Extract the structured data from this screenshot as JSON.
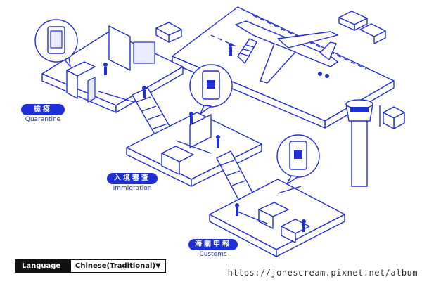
{
  "colors": {
    "brand": "#1f2fd6",
    "dark": "#111111",
    "light": "#e9ecff"
  },
  "sections": {
    "quarantine": {
      "title": "檢疫",
      "subtitle": "Quarantine"
    },
    "immigration": {
      "title": "入境審查",
      "subtitle": "Immigration"
    },
    "customs": {
      "title": "海關申報",
      "subtitle": "Customs"
    }
  },
  "language": {
    "label": "Language",
    "value": "Chinese(Traditional)▼"
  },
  "watermark": "https://jonescream.pixnet.net/album",
  "icons": [
    "phone-icon",
    "qr-phone-icon",
    "airplane-icon",
    "control-tower-icon",
    "escalator-icon",
    "truck-icon",
    "forklift-icon"
  ]
}
